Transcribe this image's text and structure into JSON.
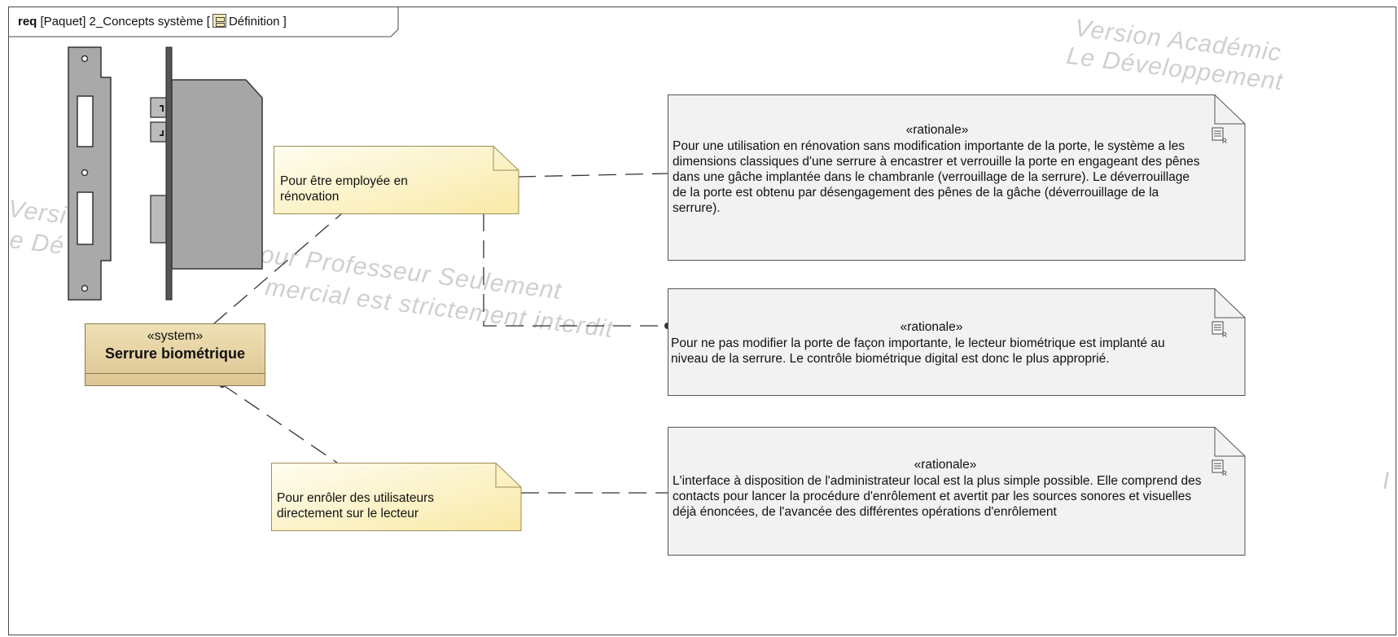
{
  "diagram": {
    "frame_keyword": "req",
    "frame_title": "[Paquet] 2_Concepts système [",
    "frame_view": "Définition ]",
    "frame_icon": "diagram-icon"
  },
  "watermarks": {
    "top_right_1": "Version Académic",
    "top_right_2": "Le Développement",
    "left_1": "Versi",
    "left_2": "e Dé",
    "center_1": "our Professeur Seulement",
    "center_2": "mercial est strictement interdit",
    "right_edge": "I"
  },
  "block": {
    "stereotype": "«system»",
    "name": "Serrure biométrique"
  },
  "notes": [
    {
      "text": "Pour être employée en rénovation"
    },
    {
      "text": "Pour enrôler des utilisateurs directement sur le lecteur"
    }
  ],
  "rationales": [
    {
      "stereotype": "«rationale»",
      "icon": "requirement-doc-icon",
      "text": "Pour une utilisation en rénovation sans modification importante de la porte, le système a les dimensions classiques d'une serrure à encastrer et verrouille la porte en engageant des pênes dans une gâche implantée dans le chambranle (verrouillage de la serrure). Le déverrouillage de la porte est obtenu par désengagement des pênes de la gâche (déverrouillage de la serrure)."
    },
    {
      "stereotype": "«rationale»",
      "icon": "requirement-doc-icon",
      "text": "Pour ne pas modifier la porte de façon importante, le lecteur biométrique est implanté au niveau de la serrure. Le contrôle biométrique digital est donc le plus approprié."
    },
    {
      "stereotype": "«rationale»",
      "icon": "requirement-doc-icon",
      "text": "L'interface à disposition de l'administrateur local est la plus simple possible. Elle comprend des contacts pour lancer la procédure d'enrôlement et avertit par les sources sonores et visuelles déjà énoncées, de l'avancée des différentes opérations d'enrôlement"
    }
  ],
  "colors": {
    "note_fill_top": "#fffce8",
    "note_fill_bottom": "#fbeeb2",
    "block_fill": "#e5d3a4",
    "rationale_fill": "#f2f2f2",
    "lock_body": "#a8a8a8",
    "watermark": "#cfcfcf"
  }
}
